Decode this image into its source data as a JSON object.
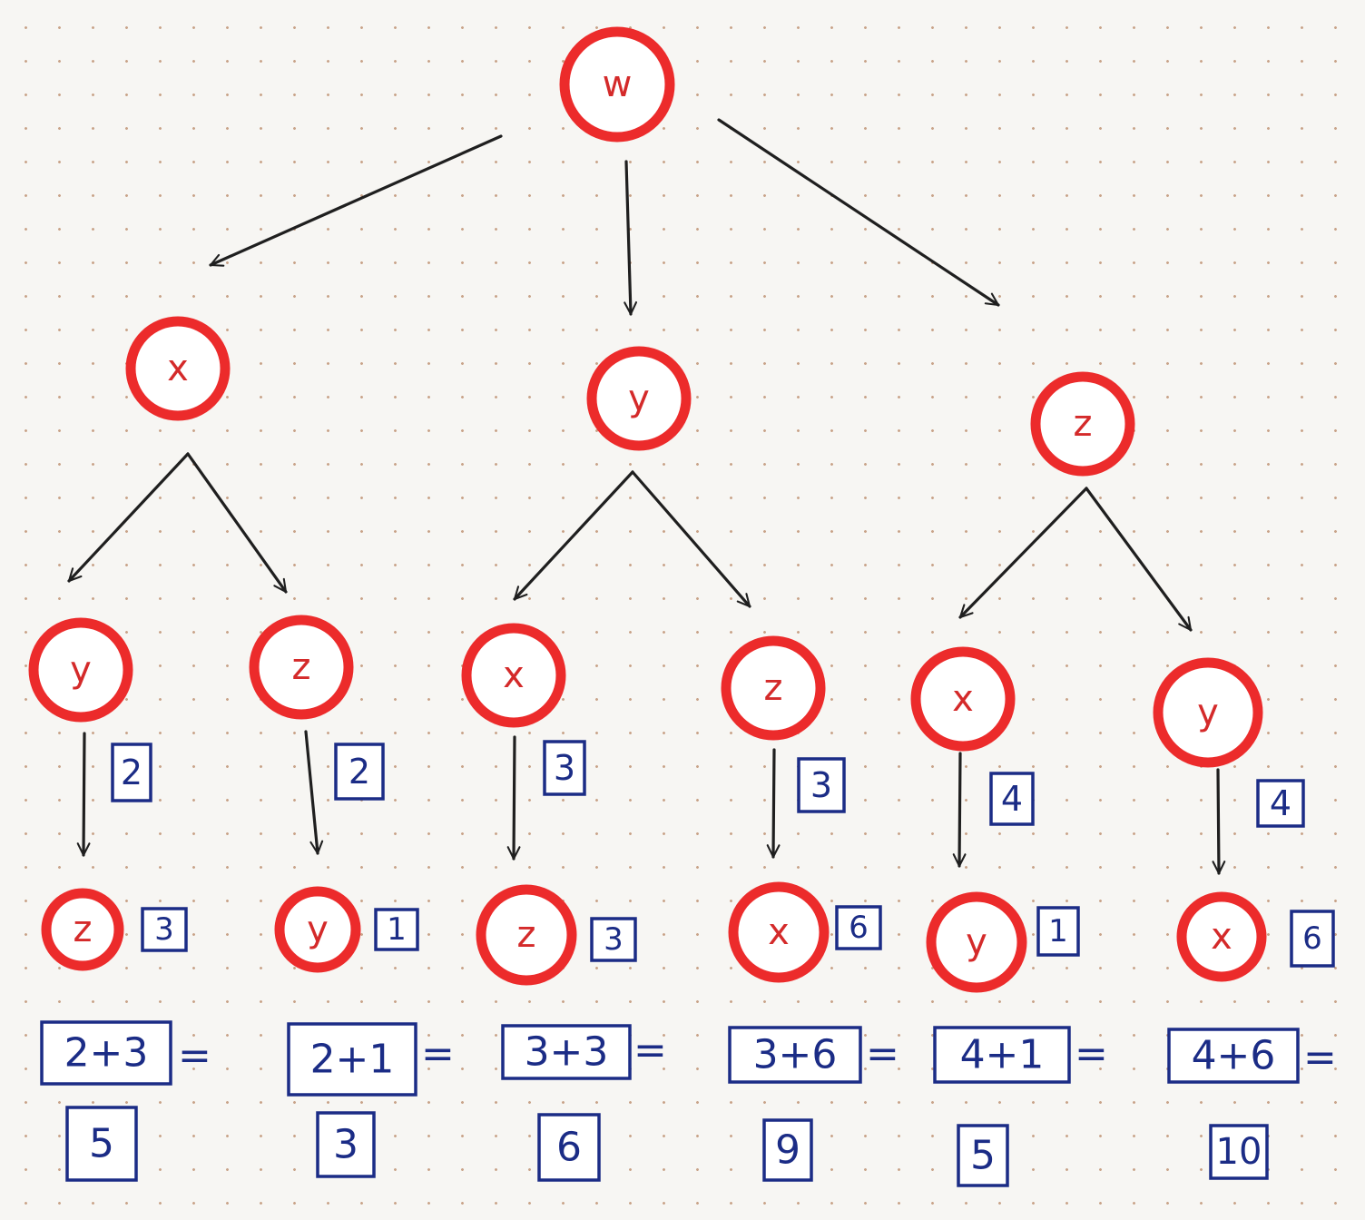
{
  "colors": {
    "node_ring": "#ec2b2b",
    "node_text": "#d42a2a",
    "box_ink": "#1b2c86",
    "edge_ink": "#1f1f1f"
  },
  "tree": {
    "root": {
      "label": "w"
    },
    "level1": [
      {
        "label": "x"
      },
      {
        "label": "y"
      },
      {
        "label": "z"
      }
    ],
    "level2": [
      {
        "label": "y",
        "edge_weight": "2"
      },
      {
        "label": "z",
        "edge_weight": "2"
      },
      {
        "label": "x",
        "edge_weight": "3"
      },
      {
        "label": "z",
        "edge_weight": "3"
      },
      {
        "label": "x",
        "edge_weight": "4"
      },
      {
        "label": "y",
        "edge_weight": "4"
      }
    ],
    "level3": [
      {
        "label": "z",
        "weight": "3"
      },
      {
        "label": "y",
        "weight": "1"
      },
      {
        "label": "z",
        "weight": "3"
      },
      {
        "label": "x",
        "weight": "6"
      },
      {
        "label": "y",
        "weight": "1"
      },
      {
        "label": "x",
        "weight": "6"
      }
    ]
  },
  "sums": [
    {
      "expression": "2+3",
      "equals": "=",
      "result": "5"
    },
    {
      "expression": "2+1",
      "equals": "=",
      "result": "3"
    },
    {
      "expression": "3+3",
      "equals": "=",
      "result": "6"
    },
    {
      "expression": "3+6",
      "equals": "=",
      "result": "9"
    },
    {
      "expression": "4+1",
      "equals": "=",
      "result": "5"
    },
    {
      "expression": "4+6",
      "equals": "=",
      "result": "10"
    }
  ]
}
